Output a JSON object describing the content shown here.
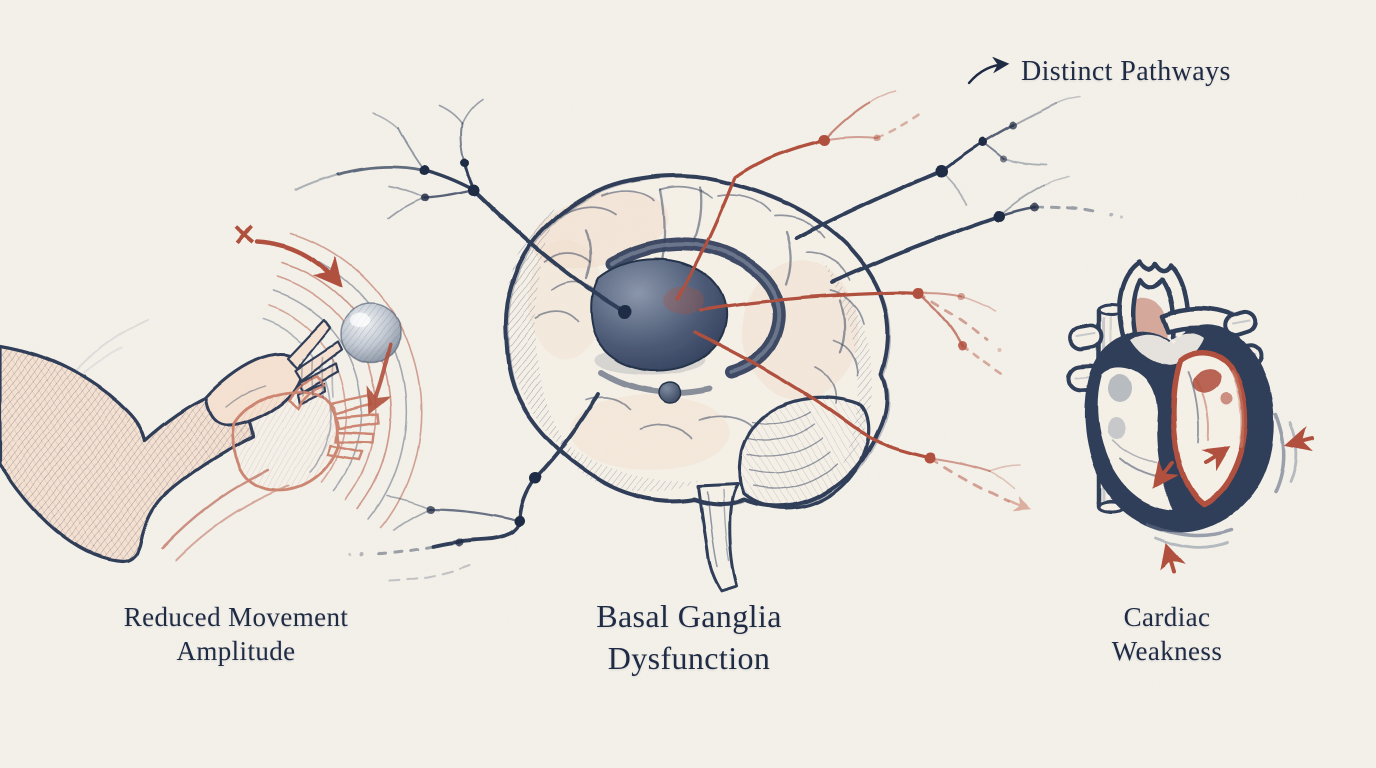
{
  "title": "Basal Ganglia Dysfunction",
  "colors": {
    "background": "#f4f1ea",
    "paper": "#f6f1e8",
    "ink_navy": "#2e3c59",
    "navy_dark": "#1f2b45",
    "ink_red": "#b14f3c",
    "ink_salmon": "#cd8672",
    "skin": "#f6e2d2",
    "gray_shade": "#98a2af",
    "text": "#1f2b45"
  },
  "labels": {
    "distinct_pathways": "Distinct Pathways",
    "left": {
      "line1": "Reduced Movement",
      "line2": "Amplitude"
    },
    "center": {
      "line1": "Basal Ganglia",
      "line2": "Dysfunction"
    },
    "right": {
      "line1": "Cardiac",
      "line2": "Weakness"
    }
  },
  "icons": {
    "x_mark": "✕",
    "pathway_arrow": "→"
  }
}
